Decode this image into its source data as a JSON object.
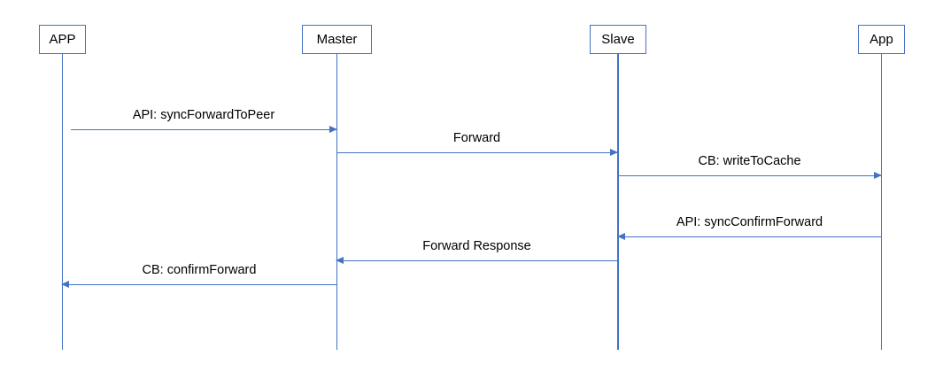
{
  "diagram_type": "sequence-diagram",
  "colors": {
    "accent": "#4472C4",
    "text": "#000000",
    "background": "#FFFFFF"
  },
  "actors": [
    {
      "id": "app-left",
      "label": "APP"
    },
    {
      "id": "master",
      "label": "Master"
    },
    {
      "id": "slave",
      "label": "Slave"
    },
    {
      "id": "app-right",
      "label": "App"
    }
  ],
  "messages": [
    {
      "label": "API: syncForwardToPeer",
      "from": "APP",
      "to": "Master",
      "direction": "right"
    },
    {
      "label": "Forward",
      "from": "Master",
      "to": "Slave",
      "direction": "right"
    },
    {
      "label": "CB: writeToCache",
      "from": "Slave",
      "to": "App",
      "direction": "right"
    },
    {
      "label": "API: syncConfirmForward",
      "from": "App",
      "to": "Slave",
      "direction": "left"
    },
    {
      "label": "Forward Response",
      "from": "Slave",
      "to": "Master",
      "direction": "left"
    },
    {
      "label": "CB: confirmForward",
      "from": "Master",
      "to": "APP",
      "direction": "left"
    }
  ]
}
